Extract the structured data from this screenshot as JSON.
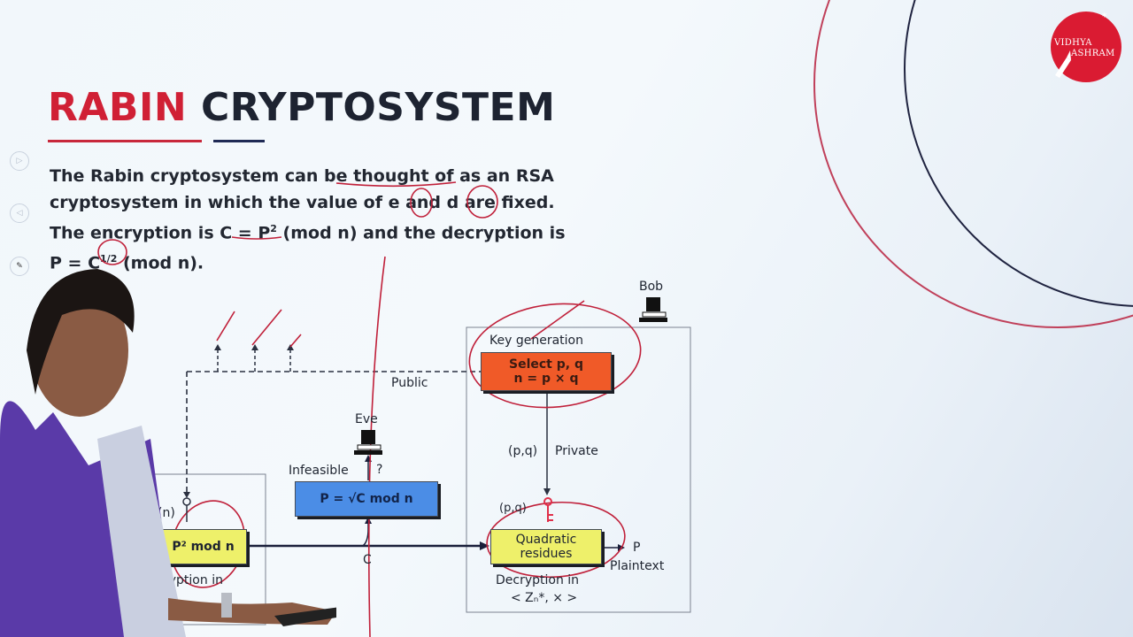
{
  "slide": {
    "title_part1": "RABIN",
    "title_part2": "CRYPTOSYSTEM",
    "paragraph": {
      "line1": "The Rabin cryptosystem can be thought of as an RSA",
      "line2": "cryptosystem in which the value of e and d are fixed.",
      "line3_pre": "The encryption is C = P",
      "line3_sup": "2",
      "line3_post": " (mod n) and the decryption is",
      "line4_pre": "P = C",
      "line4_sup": "1/2",
      "line4_post": " (mod n)."
    },
    "colors": {
      "accent_red": "#d02035",
      "title_dark": "#1d2331",
      "navy": "#1f2a55"
    }
  },
  "logo": {
    "line1": "VIDHYA",
    "line2": "ASHRAM",
    "color": "#da1b32"
  },
  "side_controls": [
    {
      "icon": "play-icon",
      "glyph": "▷"
    },
    {
      "icon": "back-icon",
      "glyph": "◁"
    },
    {
      "icon": "pen-icon",
      "glyph": "✎"
    }
  ],
  "diagram": {
    "bob_label": "Bob",
    "eve_label": "Eve",
    "key_generation_label": "Key generation",
    "keygen_box": {
      "line1": "Select p, q",
      "line2": "n = p × q",
      "color": "#f05a28"
    },
    "public_label": "Public",
    "private_key_label": "(p,q)",
    "private_label": "Private",
    "private_key_label2": "(p,q)",
    "public_key_label": "(n)",
    "encrypt_box": {
      "text": "P² mod n",
      "color": "#eef06a"
    },
    "encryption_caption": "ryption in",
    "attack_box": {
      "text": "P = √C mod n",
      "color": "#4b8de6"
    },
    "infeasible_label": "Infeasible",
    "question_label": "?",
    "ciphertext_label": "C",
    "decrypt_box": {
      "line1": "Quadratic",
      "line2": "residues",
      "color": "#eef06a"
    },
    "plaintext_symbol": "P",
    "plaintext_label": "Plaintext",
    "decryption_caption_line1": "Decryption in",
    "decryption_caption_line2": "< Zₙ*, × >"
  }
}
